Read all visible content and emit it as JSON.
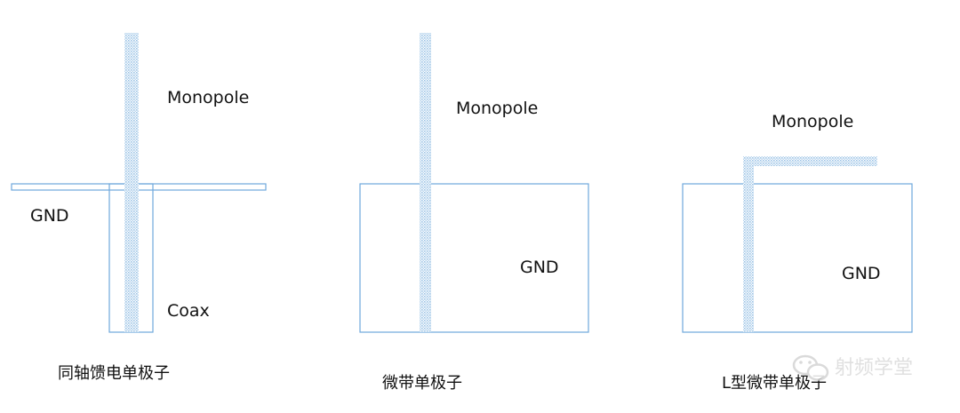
{
  "diagrams": [
    {
      "monopole_label": "Monopole",
      "gnd_label": "GND",
      "feed_label": "Coax",
      "caption": "同轴馈电单极子"
    },
    {
      "monopole_label": "Monopole",
      "gnd_label": "GND",
      "caption": "微带单极子"
    },
    {
      "monopole_label": "Monopole",
      "gnd_label": "GND",
      "caption": "L型微带单极子"
    }
  ],
  "watermark": {
    "text": "射频学堂",
    "icon": "wechat-icon"
  },
  "colors": {
    "outline": "#6fa8dc",
    "hatch": "#9ec4e6",
    "text": "#111111"
  }
}
